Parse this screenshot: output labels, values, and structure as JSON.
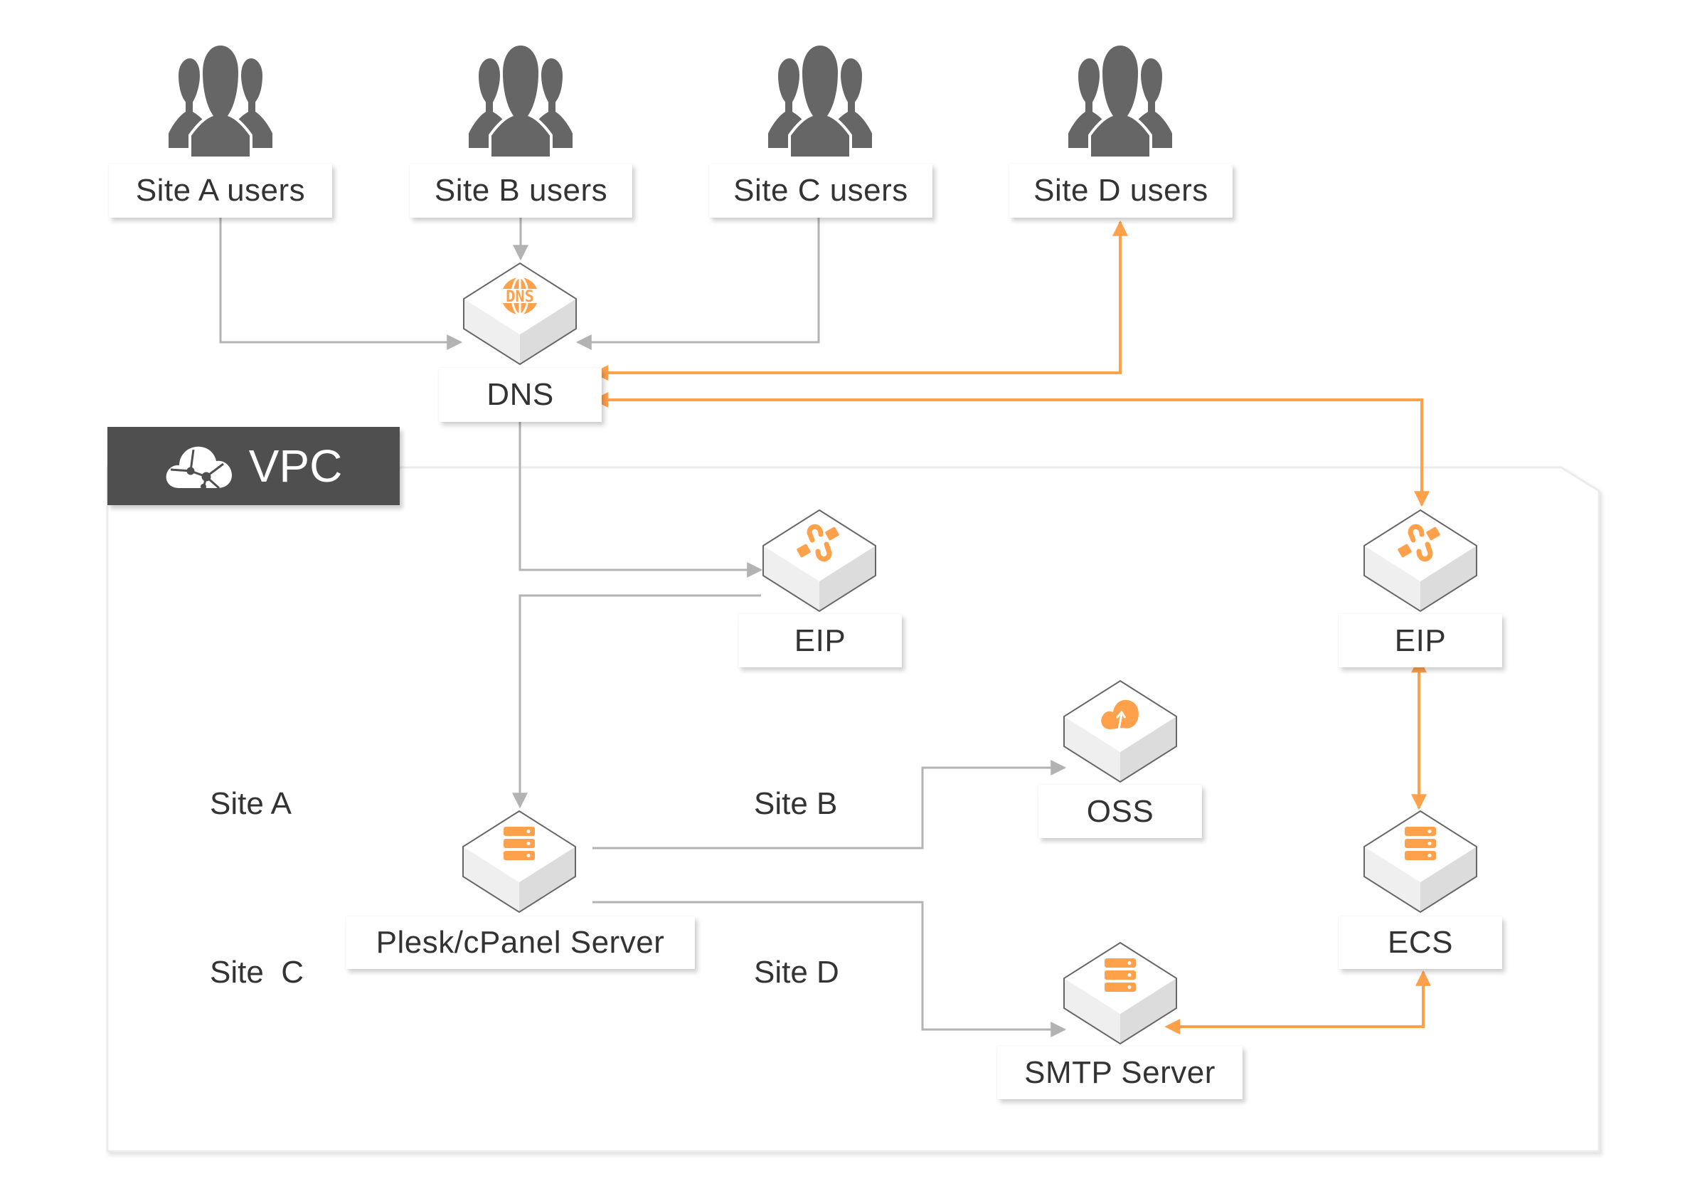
{
  "colors": {
    "accent": "#ffa04a",
    "connector": "#b3b3b3",
    "cube_outline": "#666666",
    "user_icon": "#666666",
    "vpc_header": "#4f4f4f"
  },
  "users": [
    {
      "id": "a",
      "label": "Site A users",
      "icon": "user-group-icon"
    },
    {
      "id": "b",
      "label": "Site B users",
      "icon": "user-group-icon"
    },
    {
      "id": "c",
      "label": "Site C users",
      "icon": "user-group-icon"
    },
    {
      "id": "d",
      "label": "Site D users",
      "icon": "user-group-icon"
    }
  ],
  "nodes": {
    "dns": {
      "label": "DNS",
      "icon": "dns-globe-icon"
    },
    "eip_left": {
      "label": "EIP",
      "icon": "eip-cable-icon"
    },
    "eip_right": {
      "label": "EIP",
      "icon": "eip-cable-icon"
    },
    "oss": {
      "label": "OSS",
      "icon": "oss-cloud-upload-icon"
    },
    "plesk": {
      "label": "Plesk/cPanel Server",
      "icon": "server-icon"
    },
    "ecs": {
      "label": "ECS",
      "icon": "server-icon"
    },
    "smtp": {
      "label": "SMTP Server",
      "icon": "server-icon"
    }
  },
  "vpc": {
    "label": "VPC",
    "icon": "vpc-cloud-icon"
  },
  "sites": {
    "a": "Site A",
    "b": "Site B",
    "c": "Site  C",
    "d": "Site D"
  }
}
